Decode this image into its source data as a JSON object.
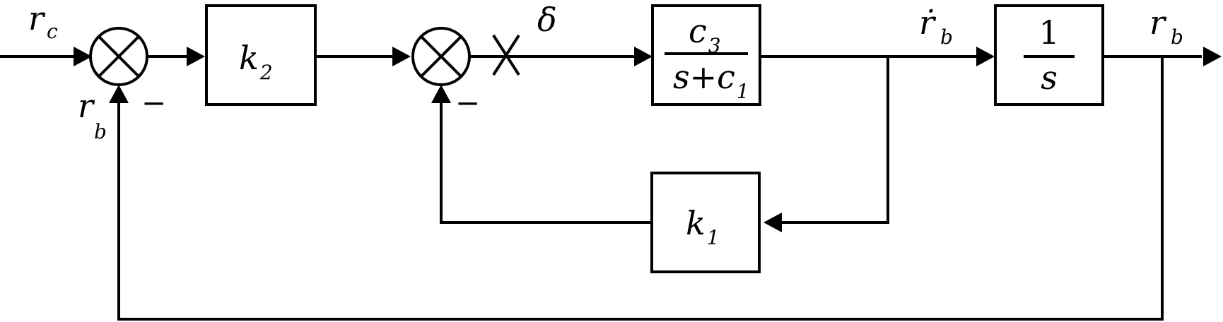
{
  "colors": {
    "line": "#000000",
    "background": "#ffffff"
  },
  "signals": {
    "input": {
      "main": "r",
      "sub": "c"
    },
    "feedback_outer": {
      "main": "r",
      "sub": "b"
    },
    "delta": "δ",
    "rate": {
      "main": "ṙ",
      "sub": "b"
    },
    "output": {
      "main": "r",
      "sub": "b"
    }
  },
  "signs": {
    "sum1_minus": "−",
    "sum2_minus": "−"
  },
  "blocks": {
    "k2": {
      "main": "k",
      "sub": "2"
    },
    "plant": {
      "num_main": "c",
      "num_sub": "3",
      "den_pre": "s+c",
      "den_sub": "1"
    },
    "integrator": {
      "num": "1",
      "den": "s"
    },
    "k1": {
      "main": "k",
      "sub": "1"
    }
  }
}
